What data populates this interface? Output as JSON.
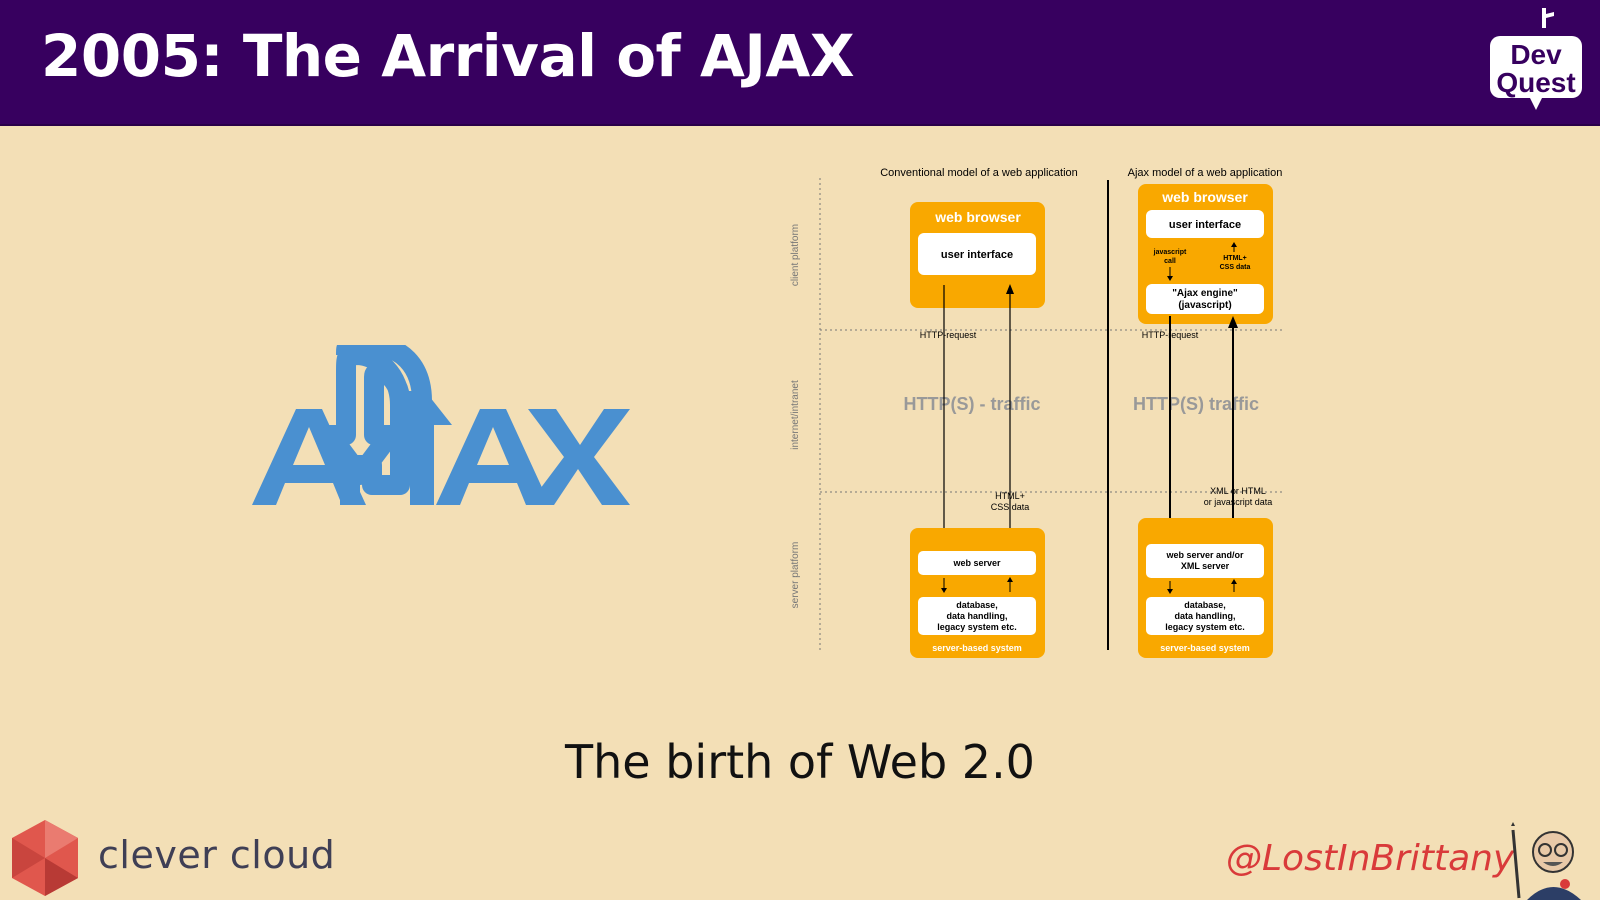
{
  "slide": {
    "title": "2005: The Arrival of AJAX",
    "subtitle": "The birth of Web 2.0",
    "brand_left": "clever cloud",
    "brand_right_logo": "Dev Quest",
    "handle": "@LostInBrittany",
    "colors": {
      "header": "#37005f",
      "background": "#f3dfb6",
      "ajax_logo": "#4a90d0",
      "box": "#f9a800",
      "handle": "#d93a3a"
    }
  },
  "ajax_logo": {
    "text": "AJAX"
  },
  "diagram": {
    "conventional": {
      "title": "Conventional model of a web application",
      "browser_label": "web browser",
      "ui_label": "user interface",
      "http_request": "HTTP-request",
      "traffic": "HTTP(S) - traffic",
      "response": [
        "HTML+",
        "CSS data"
      ],
      "server_label": "web server",
      "db_lines": [
        "database,",
        "data handling,",
        "legacy system etc."
      ],
      "system_label": "server-based system"
    },
    "ajax": {
      "title": "Ajax model of a web application",
      "browser_label": "web browser",
      "ui_label": "user interface",
      "js_call": [
        "javascript",
        "call"
      ],
      "html_css": [
        "HTML+",
        "CSS data"
      ],
      "engine_lines": [
        "\"Ajax engine\"",
        "(javascript)"
      ],
      "http_request": "HTTP-request",
      "traffic": "HTTP(S) traffic",
      "response": [
        "XML or HTML",
        "or javascript data"
      ],
      "server_lines": [
        "web server and/or",
        "XML server"
      ],
      "db_lines": [
        "database,",
        "data handling,",
        "legacy system etc."
      ],
      "system_label": "server-based system"
    },
    "side_labels": {
      "client": "client platform",
      "internet": "internet/intranet",
      "server": "server platform"
    }
  }
}
